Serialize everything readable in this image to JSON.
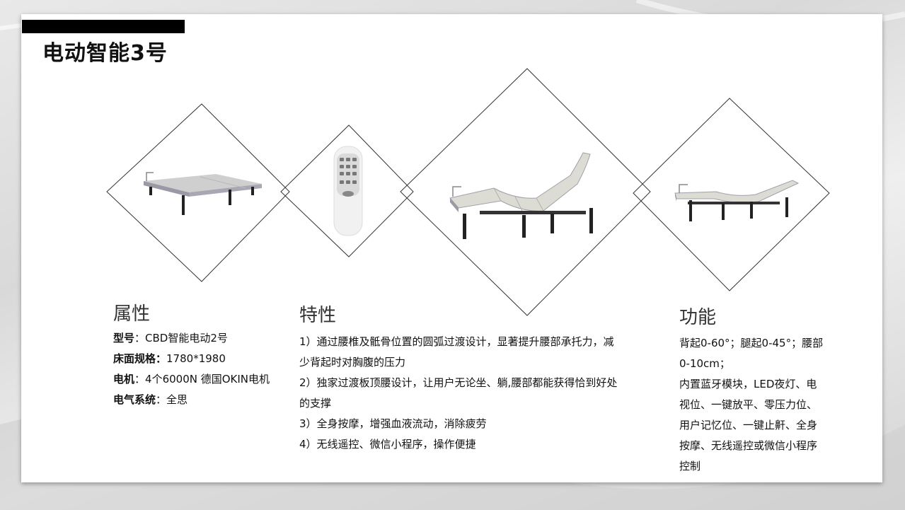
{
  "title": "电动智能3号",
  "attributes": {
    "heading": "属性",
    "rows": [
      {
        "label": "型号",
        "value": "CBD智能电动2号",
        "sep": "："
      },
      {
        "label": "床面规格：",
        "value": "1780*1980",
        "sep": ""
      },
      {
        "label": "电机",
        "value": "4个6000N 德国OKIN电机",
        "sep": "："
      },
      {
        "label": "电气系统",
        "value": "全思",
        "sep": "："
      }
    ]
  },
  "features": {
    "heading": "特性",
    "lines": [
      "1）通过腰椎及骶骨位置的圆弧过渡设计，显著提升腰部承托力，减",
      "少背起时对胸腹的压力",
      "2）独家过渡板顶腰设计，让用户无论坐、躺,腰部都能获得恰到好处",
      "的支撑",
      "3）全身按摩，增强血液流动，消除疲劳",
      "4）无线遥控、微信小程序，操作便捷"
    ]
  },
  "functions": {
    "heading": "功能",
    "lines": [
      "背起0-60°；腿起0-45°；腰部",
      "0-10cm；",
      "内置蓝牙模块，LED夜灯、电",
      "视位、一键放平、零压力位、",
      "用户记忆位、一键止鼾、全身",
      "按摩、无线遥控或微信小程序",
      "控制"
    ]
  }
}
